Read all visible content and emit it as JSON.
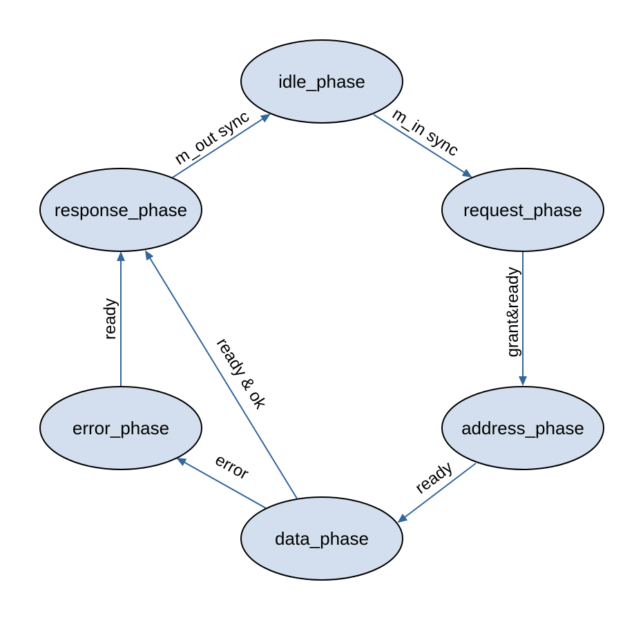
{
  "colors": {
    "node_fill": "#d3dfee",
    "node_stroke": "#000000",
    "edge": "#336699",
    "text": "#000000"
  },
  "nodes": [
    {
      "id": "idle_phase",
      "label": "idle_phase"
    },
    {
      "id": "request_phase",
      "label": "request_phase"
    },
    {
      "id": "address_phase",
      "label": "address_phase"
    },
    {
      "id": "data_phase",
      "label": "data_phase"
    },
    {
      "id": "error_phase",
      "label": "error_phase"
    },
    {
      "id": "response_phase",
      "label": "response_phase"
    }
  ],
  "edges": [
    {
      "from": "idle_phase",
      "to": "request_phase",
      "label": "m_in sync"
    },
    {
      "from": "request_phase",
      "to": "address_phase",
      "label": "grant&ready"
    },
    {
      "from": "address_phase",
      "to": "data_phase",
      "label": "ready"
    },
    {
      "from": "data_phase",
      "to": "error_phase",
      "label": "error"
    },
    {
      "from": "data_phase",
      "to": "response_phase",
      "label": "ready & ok"
    },
    {
      "from": "error_phase",
      "to": "response_phase",
      "label": "ready"
    },
    {
      "from": "response_phase",
      "to": "idle_phase",
      "label": "m_out sync"
    }
  ]
}
